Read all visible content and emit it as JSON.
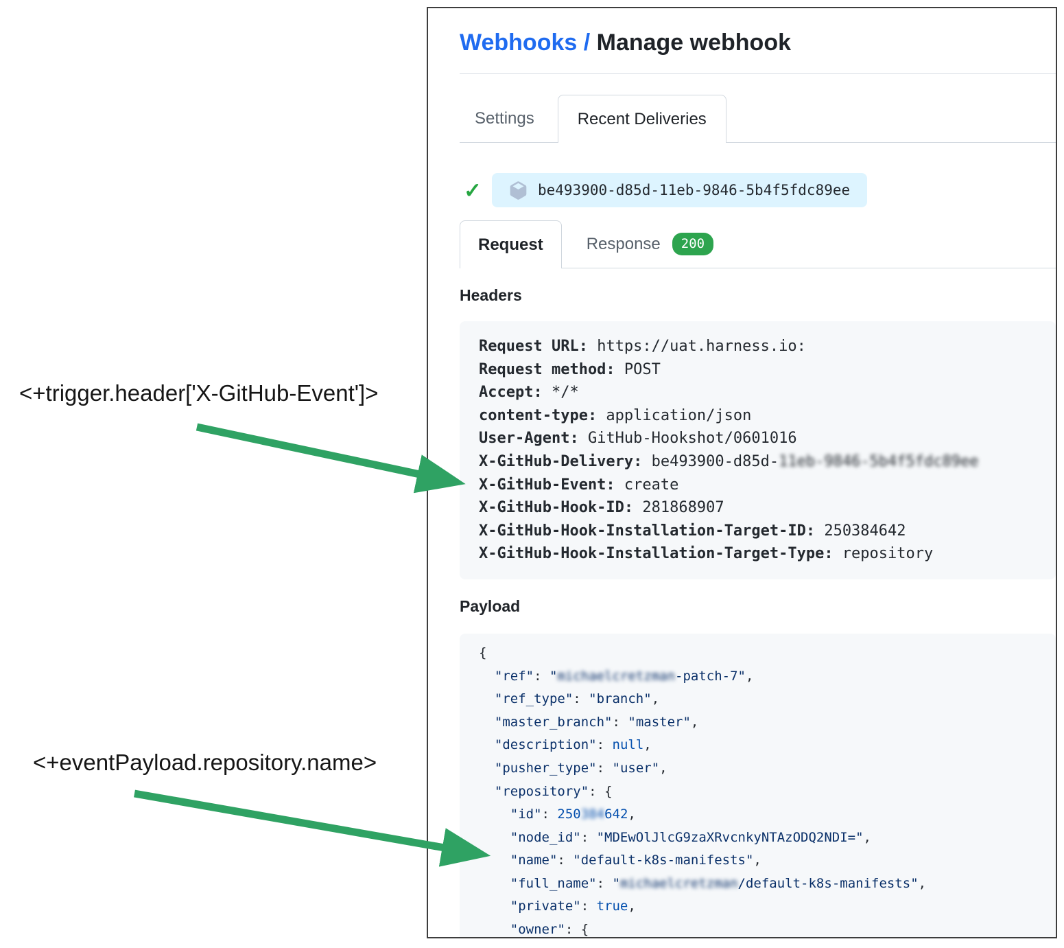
{
  "colors": {
    "link_blue": "#1f6bf0",
    "success_green": "#2da44e",
    "check_green": "#26a641",
    "arrow_green": "#2fa263",
    "pill_blue_bg": "#ddf4ff",
    "code_bg": "#f6f8fa",
    "json_key": "#0a3069",
    "json_const": "#0550ae"
  },
  "annotations": {
    "trigger": "<+trigger.header['X-GitHub-Event']>",
    "payload": "<+eventPayload.repository.name>"
  },
  "panel": {
    "breadcrumb": {
      "link": "Webhooks /",
      "current": " Manage webhook"
    },
    "tabs": {
      "settings": "Settings",
      "recent_deliveries": "Recent Deliveries"
    },
    "delivery": {
      "id": "be493900-d85d-11eb-9846-5b4f5fdc89ee",
      "icon": "package-icon",
      "status_icon": "check-icon",
      "check_glyph": "✓"
    },
    "subtabs": {
      "request": "Request",
      "response": "Response",
      "status_code": "200"
    },
    "headers": {
      "title": "Headers",
      "lines": [
        [
          {
            "c": "bold",
            "t": "Request URL:"
          },
          {
            "c": "plain",
            "t": " https://uat.harness.io:"
          }
        ],
        [
          {
            "c": "bold",
            "t": "Request method:"
          },
          {
            "c": "plain",
            "t": " POST"
          }
        ],
        [
          {
            "c": "bold",
            "t": "Accept:"
          },
          {
            "c": "plain",
            "t": " */*"
          }
        ],
        [
          {
            "c": "bold",
            "t": "content-type:"
          },
          {
            "c": "plain",
            "t": " application/json"
          }
        ],
        [
          {
            "c": "bold",
            "t": "User-Agent:"
          },
          {
            "c": "plain",
            "t": " GitHub-Hookshot/0601016"
          }
        ],
        [
          {
            "c": "bold",
            "t": "X-GitHub-Delivery:"
          },
          {
            "c": "plain",
            "t": " be493900-d85d-"
          },
          {
            "c": "plain blur",
            "t": "11eb-9846-5b4f5fdc89ee"
          }
        ],
        [
          {
            "c": "bold",
            "t": "X-GitHub-Event:"
          },
          {
            "c": "plain",
            "t": " create"
          }
        ],
        [
          {
            "c": "bold",
            "t": "X-GitHub-Hook-ID:"
          },
          {
            "c": "plain",
            "t": " 281868907"
          }
        ],
        [
          {
            "c": "bold",
            "t": "X-GitHub-Hook-Installation-Target-ID:"
          },
          {
            "c": "plain",
            "t": " 250384642"
          }
        ],
        [
          {
            "c": "bold",
            "t": "X-GitHub-Hook-Installation-Target-Type:"
          },
          {
            "c": "plain",
            "t": " repository"
          }
        ]
      ]
    },
    "payload": {
      "title": "Payload",
      "lines": [
        [
          {
            "c": "punct",
            "t": "{"
          }
        ],
        [
          {
            "c": "punct",
            "t": "  "
          },
          {
            "c": "key",
            "t": "\"ref\""
          },
          {
            "c": "punct",
            "t": ": "
          },
          {
            "c": "str",
            "t": "\""
          },
          {
            "c": "str blur",
            "t": "michaelcretzman"
          },
          {
            "c": "str",
            "t": "-patch-7\""
          },
          {
            "c": "punct",
            "t": ","
          }
        ],
        [
          {
            "c": "punct",
            "t": "  "
          },
          {
            "c": "key",
            "t": "\"ref_type\""
          },
          {
            "c": "punct",
            "t": ": "
          },
          {
            "c": "str",
            "t": "\"branch\""
          },
          {
            "c": "punct",
            "t": ","
          }
        ],
        [
          {
            "c": "punct",
            "t": "  "
          },
          {
            "c": "key",
            "t": "\"master_branch\""
          },
          {
            "c": "punct",
            "t": ": "
          },
          {
            "c": "str",
            "t": "\"master\""
          },
          {
            "c": "punct",
            "t": ","
          }
        ],
        [
          {
            "c": "punct",
            "t": "  "
          },
          {
            "c": "key",
            "t": "\"description\""
          },
          {
            "c": "punct",
            "t": ": "
          },
          {
            "c": "const",
            "t": "null"
          },
          {
            "c": "punct",
            "t": ","
          }
        ],
        [
          {
            "c": "punct",
            "t": "  "
          },
          {
            "c": "key",
            "t": "\"pusher_type\""
          },
          {
            "c": "punct",
            "t": ": "
          },
          {
            "c": "str",
            "t": "\"user\""
          },
          {
            "c": "punct",
            "t": ","
          }
        ],
        [
          {
            "c": "punct",
            "t": "  "
          },
          {
            "c": "key",
            "t": "\"repository\""
          },
          {
            "c": "punct",
            "t": ": {"
          }
        ],
        [
          {
            "c": "punct",
            "t": "    "
          },
          {
            "c": "key",
            "t": "\"id\""
          },
          {
            "c": "punct",
            "t": ": "
          },
          {
            "c": "const",
            "t": "250"
          },
          {
            "c": "const blur",
            "t": "384"
          },
          {
            "c": "const",
            "t": "642"
          },
          {
            "c": "punct",
            "t": ","
          }
        ],
        [
          {
            "c": "punct",
            "t": "    "
          },
          {
            "c": "key",
            "t": "\"node_id\""
          },
          {
            "c": "punct",
            "t": ": "
          },
          {
            "c": "str",
            "t": "\"MDEwOlJlcG9zaXRvcnkyNTAzODQ2NDI=\""
          },
          {
            "c": "punct",
            "t": ","
          }
        ],
        [
          {
            "c": "punct",
            "t": "    "
          },
          {
            "c": "key",
            "t": "\"name\""
          },
          {
            "c": "punct",
            "t": ": "
          },
          {
            "c": "str",
            "t": "\"default-k8s-manifests\""
          },
          {
            "c": "punct",
            "t": ","
          }
        ],
        [
          {
            "c": "punct",
            "t": "    "
          },
          {
            "c": "key",
            "t": "\"full_name\""
          },
          {
            "c": "punct",
            "t": ": "
          },
          {
            "c": "str",
            "t": "\""
          },
          {
            "c": "str blur",
            "t": "michaelcretzman"
          },
          {
            "c": "str",
            "t": "/default-k8s-manifests\""
          },
          {
            "c": "punct",
            "t": ","
          }
        ],
        [
          {
            "c": "punct",
            "t": "    "
          },
          {
            "c": "key",
            "t": "\"private\""
          },
          {
            "c": "punct",
            "t": ": "
          },
          {
            "c": "const",
            "t": "true"
          },
          {
            "c": "punct",
            "t": ","
          }
        ],
        [
          {
            "c": "punct",
            "t": "    "
          },
          {
            "c": "key",
            "t": "\"owner\""
          },
          {
            "c": "punct",
            "t": ": {"
          }
        ]
      ]
    }
  }
}
